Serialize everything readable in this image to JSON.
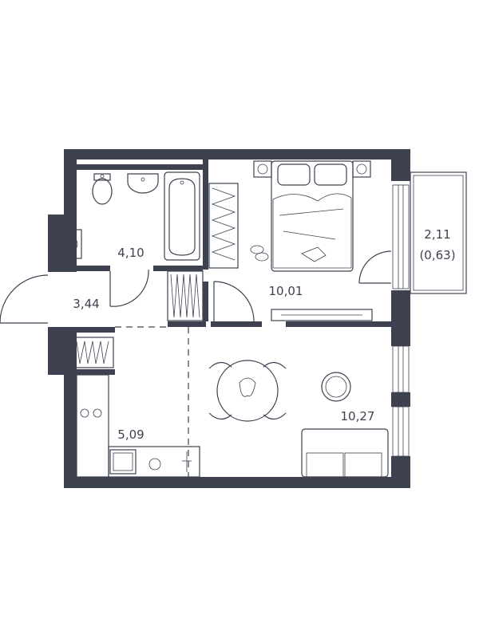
{
  "rooms": [
    {
      "id": "bathroom",
      "area": "4,10"
    },
    {
      "id": "hallway",
      "area": "3,44"
    },
    {
      "id": "bedroom",
      "area": "10,01"
    },
    {
      "id": "balcony",
      "area": "2,11",
      "area_reduced": "(0,63)"
    },
    {
      "id": "kitchen",
      "area": "5,09"
    },
    {
      "id": "living",
      "area": "10,27"
    }
  ],
  "colors": {
    "wall": "#3d4150",
    "background": "#ffffff"
  }
}
